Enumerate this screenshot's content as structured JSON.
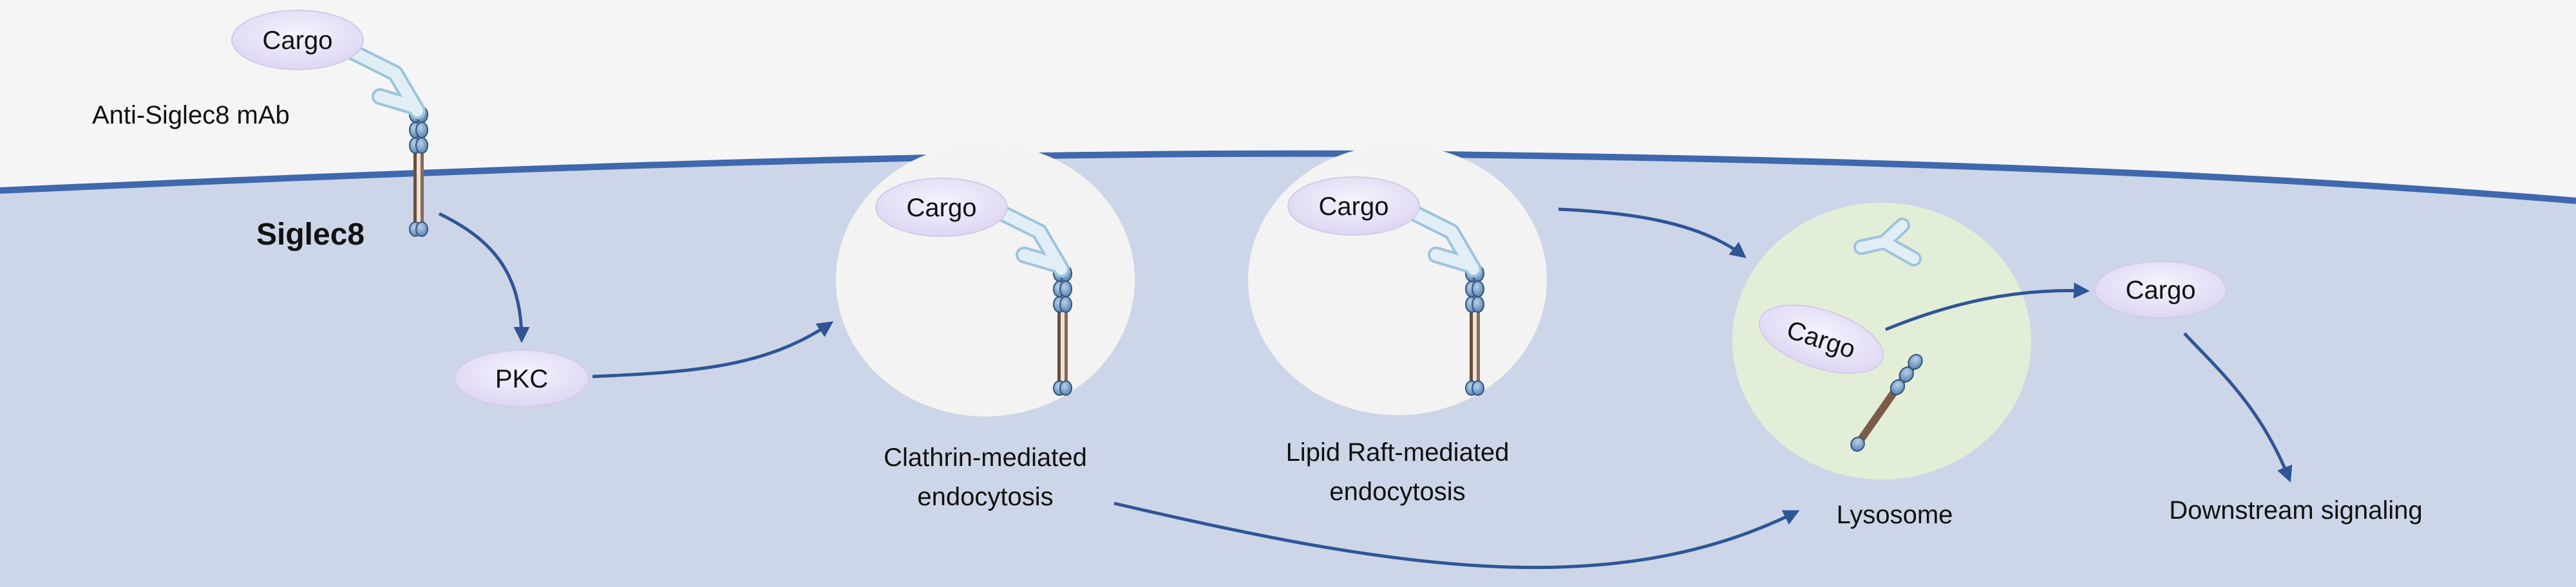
{
  "labels": {
    "cargo_top": "Cargo",
    "antibody": "Anti-Siglec8 mAb",
    "receptor": "Siglec8",
    "kinase": "PKC",
    "cargo_clathrin": "Cargo",
    "cargo_raft": "Cargo",
    "cargo_lysosome": "Cargo",
    "cargo_released": "Cargo",
    "clathrin_line1": "Clathrin-mediated",
    "clathrin_line2": "endocytosis",
    "raft_line1": "Lipid Raft-mediated",
    "raft_line2": "endocytosis",
    "lysosome": "Lysosome",
    "downstream": "Downstream signaling"
  },
  "colors": {
    "background": "#f5f5f5",
    "cell": "#cdd6e8",
    "membrane": "#3f68ad",
    "vesicle": "#f3f3f3",
    "lysosome": "#e3eed8",
    "arrow": "#2f5597",
    "cargo_fill": "#ebe6f8",
    "receptor_bar": "#7a5c48",
    "receptor_domain": "#7fa7cf",
    "antibody": "#cfe2ee"
  }
}
